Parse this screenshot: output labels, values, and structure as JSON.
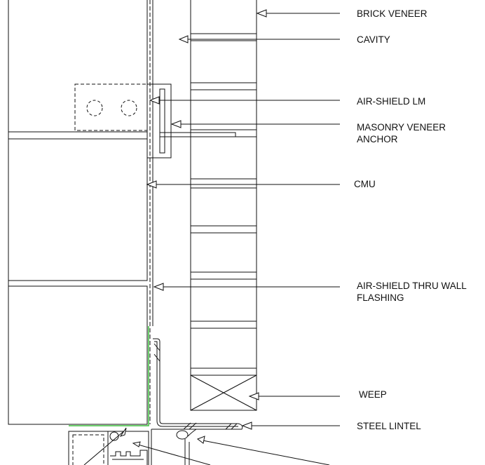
{
  "title": "Brick veneer over CMU wall section at steel lintel",
  "labels": {
    "brick_veneer": "BRICK VENEER",
    "cavity": "CAVITY",
    "air_shield_lm": "AIR-SHIELD LM",
    "masonry_anchor_1": "MASONRY VENEER",
    "masonry_anchor_2": "ANCHOR",
    "cmu": "CMU",
    "flashing_1": "AIR-SHIELD THRU WALL",
    "flashing_2": "FLASHING",
    "weep": "WEEP",
    "steel_lintel": "STEEL LINTEL"
  },
  "colors": {
    "line": "#111111",
    "membrane": "#3fbf3f"
  }
}
